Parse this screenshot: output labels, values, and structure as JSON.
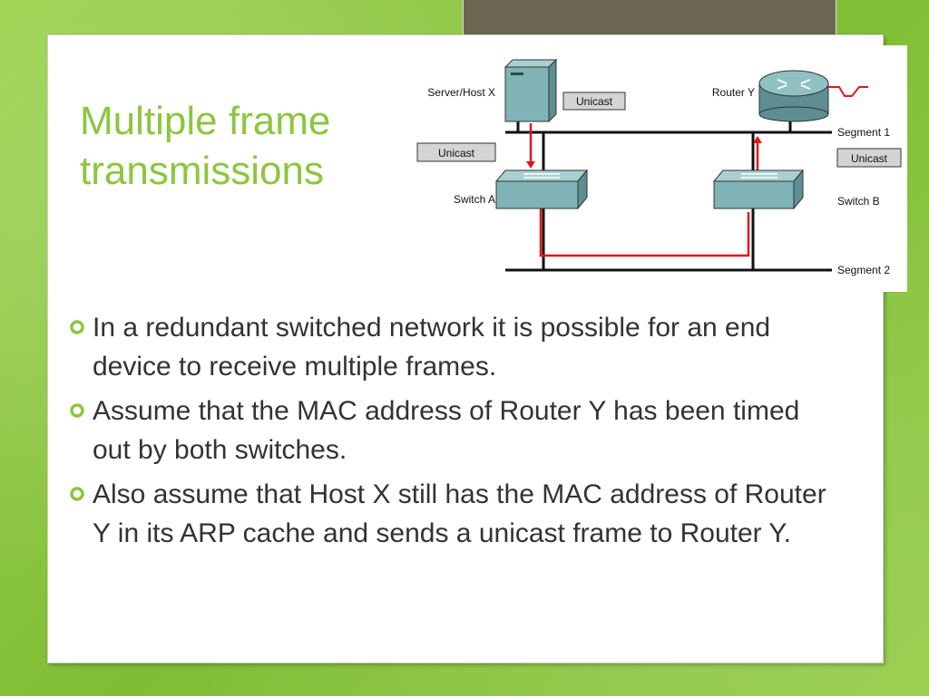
{
  "title": "Multiple frame transmissions",
  "figure": {
    "server_label": "Server/Host X",
    "router_label": "Router Y",
    "switch_a_label": "Switch A",
    "switch_b_label": "Switch B",
    "segment1_label": "Segment 1",
    "segment2_label": "Segment 2",
    "unicast_top": "Unicast",
    "unicast_left": "Unicast",
    "unicast_right": "Unicast"
  },
  "bullets": [
    "In a redundant switched network it is possible for an end device to receive multiple frames.",
    "Assume that the MAC address of Router Y has been timed out by both switches.",
    "Also assume that Host X still has the MAC address of Router Y in its ARP cache and sends a unicast frame to Router Y."
  ],
  "colors": {
    "accent": "#8cc63f",
    "text": "#333333",
    "frame_path": "#e0171c"
  }
}
